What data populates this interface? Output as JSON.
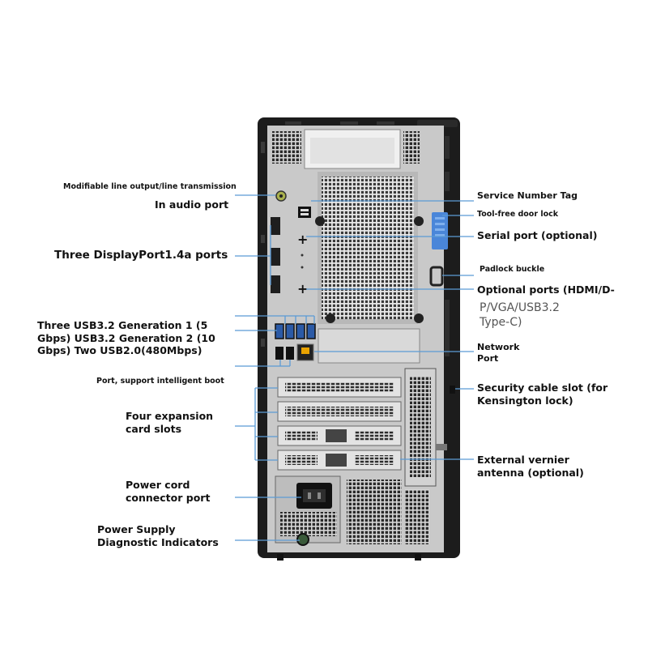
{
  "labels": {
    "line_output": "Modifiable line output/line transmission",
    "audio_port": "In audio port",
    "displayport": "Three DisplayPort1.4a ports",
    "usb": [
      "Three USB3.2 Generation 1 (5",
      "Gbps) USB3.2 Generation 2 (10",
      "Gbps) Two USB2.0(480Mbps)"
    ],
    "port_boot": "Port, support intelligent boot",
    "expansion": [
      "Four expansion",
      "card slots"
    ],
    "power_cord": [
      "Power cord",
      "connector port"
    ],
    "psu_diag": [
      "Power Supply",
      "Diagnostic Indicators"
    ],
    "service_tag": "Service Number Tag",
    "tool_free_lock": "Tool-free door lock",
    "serial_port": "Serial port (optional)",
    "padlock": "Padlock buckle",
    "optional_ports": "Optional ports (HDMI/D-",
    "optional_ports_cont": [
      "P/VGA/USB3.2",
      "Type-C)"
    ],
    "network": [
      "Network",
      "Port"
    ],
    "security_slot": [
      "Security cable slot (for",
      "Kensington lock)"
    ],
    "vernier": [
      "External vernier",
      "antenna (optional)"
    ]
  },
  "colors": {
    "case": "#1c1c1c",
    "panel": "#c9c9c9",
    "latch": "#4a86d9",
    "callout": "#5b9bd5"
  }
}
